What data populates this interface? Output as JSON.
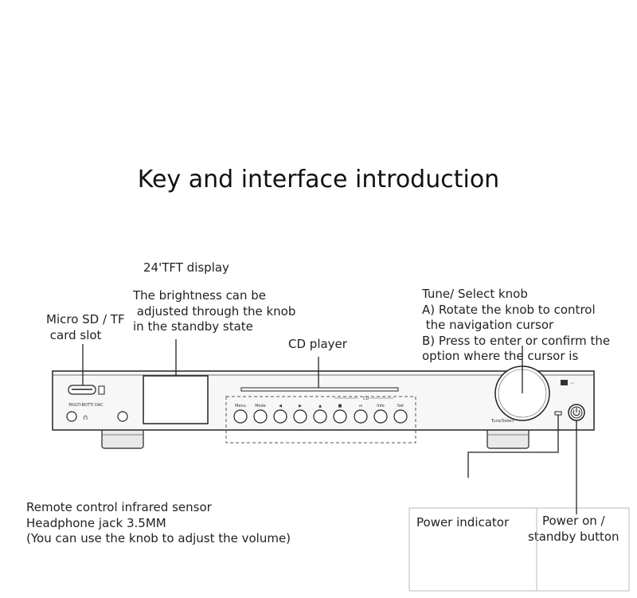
{
  "title": "Key and interface introduction",
  "labels": {
    "tft": "24'TFT display",
    "brightness": "The brightness can be\n adjusted through the knob\nin the standby state",
    "sd_slot": "Micro SD / TF\n card slot",
    "cd_player": "CD player",
    "tune_knob": "Tune/ Select knob\nA) Rotate the knob to control\n the navigation cursor\nB) Press to enter or confirm the\noption where the cursor is",
    "bottom_left": "Remote control infrared sensor\nHeadphone jack 3.5MM\n(You can use the knob to adjust the volume)",
    "power_indicator": "Power indicator",
    "power_button": "Power on /\nstandby button"
  },
  "device_markings": {
    "front_left": "MULTI-BOTTI DAC",
    "buttons": [
      "Menu",
      "Mode",
      "◀",
      "▶",
      "▲",
      "■",
      "⏯",
      "Info",
      "Set"
    ],
    "cd_label": "CD",
    "knob_label": "Tune/Select"
  },
  "colors": {
    "line": "#222222",
    "device_fill": "#f7f7f7",
    "dashed": "#555555"
  }
}
